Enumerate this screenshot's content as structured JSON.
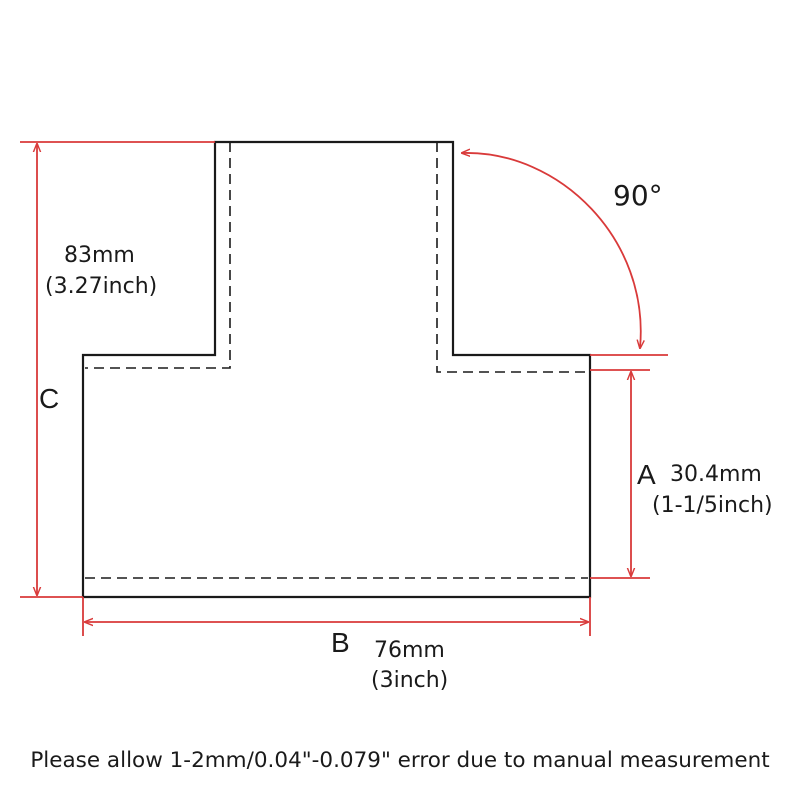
{
  "dimensions": {
    "c": {
      "letter": "C",
      "value_mm": "83mm",
      "value_in": "(3.27inch)"
    },
    "a": {
      "letter": "A",
      "value_mm": "30.4mm",
      "value_in": "(1-1/5inch)"
    },
    "b": {
      "letter": "B",
      "value_mm": "76mm",
      "value_in": "(3inch)"
    },
    "angle": {
      "value": "90°"
    }
  },
  "note": "Please allow 1-2mm/0.04\"-0.079\" error due to manual measurement",
  "colors": {
    "outline": "#1a1a1a",
    "dimension": "#d93a3a"
  }
}
